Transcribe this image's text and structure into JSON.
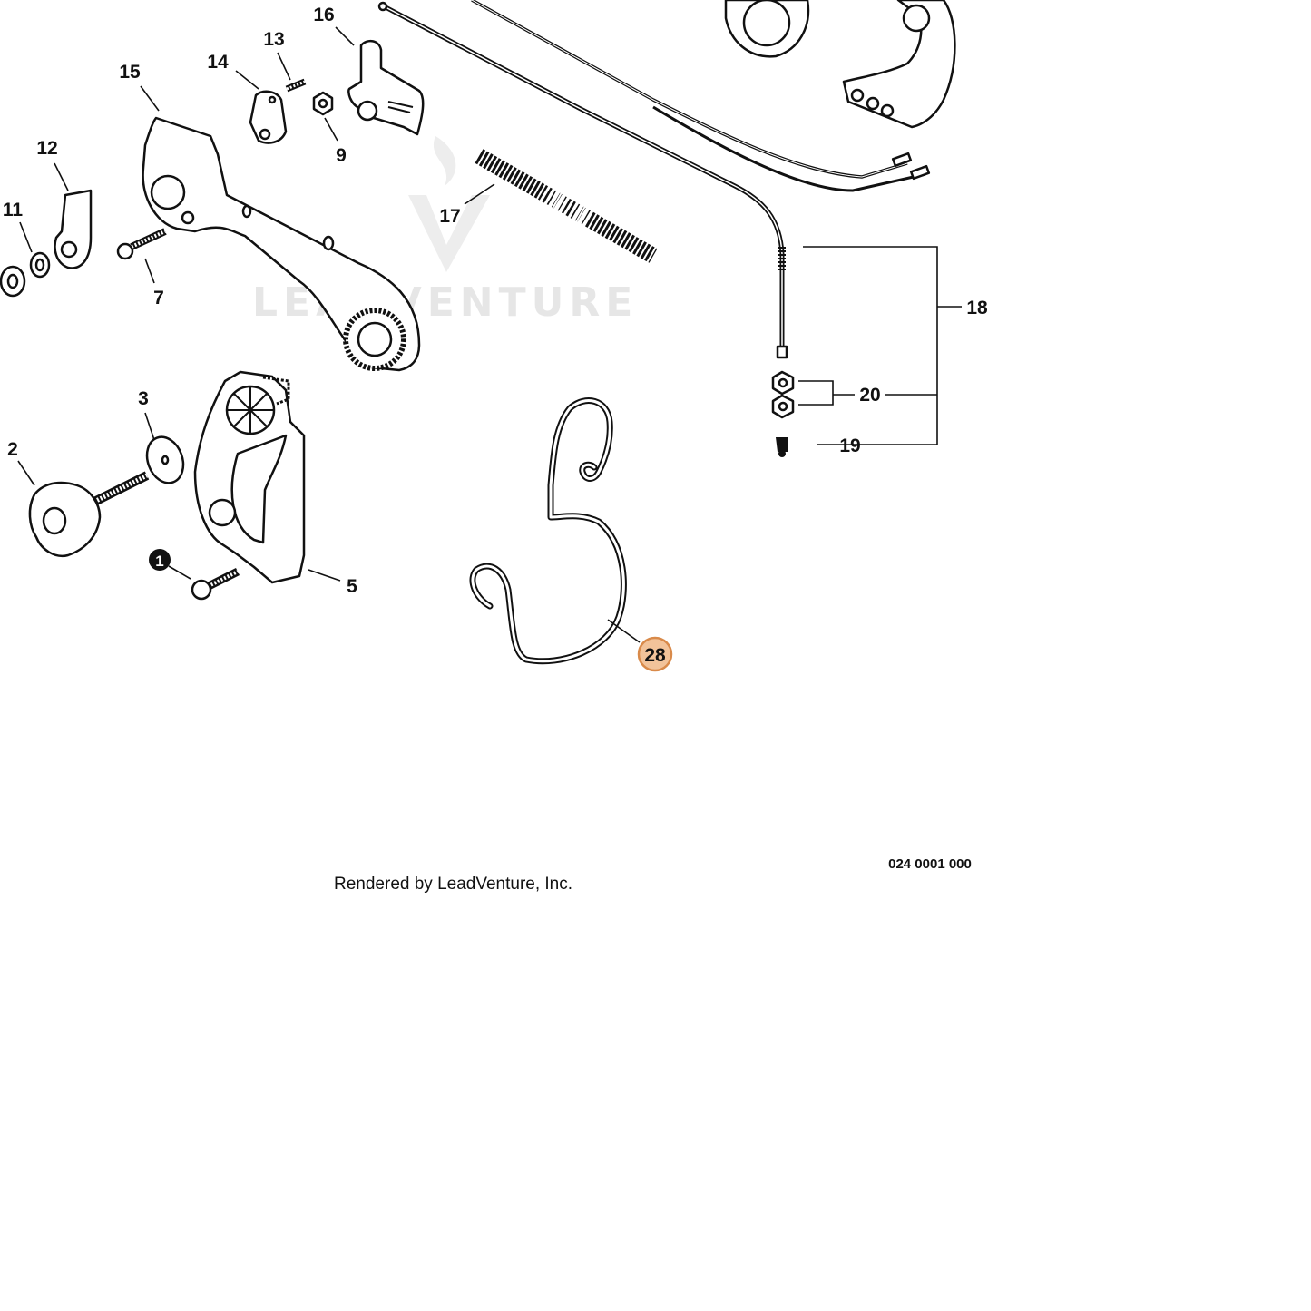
{
  "watermark": "LEADVENTURE",
  "callouts": {
    "c1": "1",
    "c2": "2",
    "c3": "3",
    "c5": "5",
    "c7": "7",
    "c9": "9",
    "c11": "11",
    "c12": "12",
    "c13": "13",
    "c14": "14",
    "c15": "15",
    "c16": "16",
    "c17": "17",
    "c18": "18",
    "c19": "19",
    "c20": "20",
    "c28": "28"
  },
  "highlight": {
    "part": "28",
    "color": "#f2c39a",
    "ring": "#d98a4a"
  },
  "footer": {
    "rendered_by": "Rendered by LeadVenture, Inc.",
    "diagram_code": "024 0001 000"
  }
}
